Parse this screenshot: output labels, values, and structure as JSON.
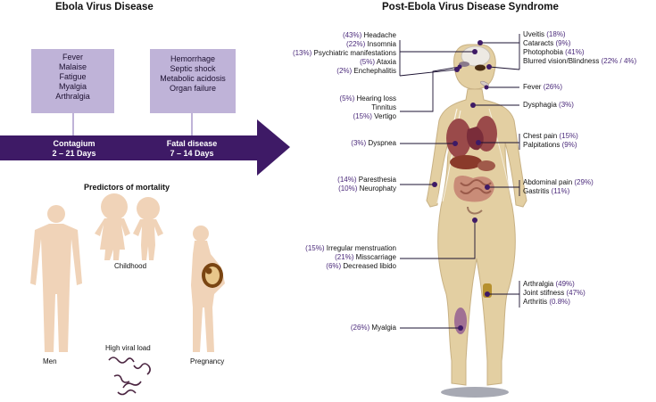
{
  "left_panel": {
    "title": "Ebola Virus Disease",
    "box_early": [
      "Fever",
      "Malaise",
      "Fatigue",
      "Myalgia",
      "Arthralgia"
    ],
    "box_late": [
      "Hemorrhage",
      "Septic shock",
      "Metabolic acidosis",
      "Organ failure"
    ],
    "stage_contagium": {
      "label": "Contagium",
      "days": "2 – 21 Days"
    },
    "stage_fatal": {
      "label": "Fatal disease",
      "days": "7 – 14 Days"
    },
    "predictors_title": "Predictors of mortality",
    "predictors": {
      "men": "Men",
      "childhood": "Childhood",
      "viral_load": "High viral load",
      "pregnancy": "Pregnancy"
    }
  },
  "right_panel": {
    "title": "Post-Ebola Virus Disease Syndrome",
    "groups": [
      {
        "name": "neuro",
        "items": [
          {
            "pct": "(43%)",
            "label": "Headache"
          },
          {
            "pct": "(22%)",
            "label": "Insomnia"
          },
          {
            "pct": "(13%)",
            "label": "Psychiatric manifestations"
          },
          {
            "pct": "(5%)",
            "label": "Ataxia"
          },
          {
            "pct": "(2%)",
            "label": "Enchephalitis"
          }
        ]
      },
      {
        "name": "hearing",
        "items": [
          {
            "pct": "(5%)",
            "label": "Hearing loss"
          },
          {
            "pct": "",
            "label": "Tinnitus"
          },
          {
            "pct": "(15%)",
            "label": "Vertigo"
          }
        ]
      },
      {
        "name": "dyspnea",
        "items": [
          {
            "pct": "(3%)",
            "label": "Dyspnea"
          }
        ]
      },
      {
        "name": "neuropathy",
        "items": [
          {
            "pct": "(14%)",
            "label": "Paresthesia"
          },
          {
            "pct": "(10%)",
            "label": "Neurophaty"
          }
        ]
      },
      {
        "name": "reproductive",
        "items": [
          {
            "pct": "(15%)",
            "label": "Irregular menstruation"
          },
          {
            "pct": "(21%)",
            "label": "Misscarriage"
          },
          {
            "pct": "(6%)",
            "label": "Decreased libido"
          }
        ]
      },
      {
        "name": "myalgia",
        "items": [
          {
            "pct": "(26%)",
            "label": "Myalgia"
          }
        ]
      },
      {
        "name": "eye",
        "items": [
          {
            "label": "Uveitis",
            "pct": "(18%)"
          },
          {
            "label": "Cataracts",
            "pct": "(9%)"
          },
          {
            "label": "Photophobia",
            "pct": "(41%)"
          },
          {
            "label": "Blurred vision/Blindness",
            "pct": "(22% / 4%)"
          }
        ]
      },
      {
        "name": "fever",
        "items": [
          {
            "label": "Fever",
            "pct": "(26%)"
          }
        ]
      },
      {
        "name": "dysphagia",
        "items": [
          {
            "label": "Dysphagia",
            "pct": "(3%)"
          }
        ]
      },
      {
        "name": "cardiac",
        "items": [
          {
            "label": "Chest pain",
            "pct": "(15%)"
          },
          {
            "label": "Palpitations",
            "pct": "(9%)"
          }
        ]
      },
      {
        "name": "gastro",
        "items": [
          {
            "label": "Abdominal pain",
            "pct": "(29%)"
          },
          {
            "label": "Gastritis",
            "pct": "(11%)"
          }
        ]
      },
      {
        "name": "joint",
        "items": [
          {
            "label": "Arthralgia",
            "pct": "(49%)"
          },
          {
            "label": "Joint stifness",
            "pct": "(47%)"
          },
          {
            "label": "Arthritis",
            "pct": "(0.8%)"
          }
        ]
      }
    ]
  },
  "colors": {
    "arrow": "#3e1a66",
    "box": "#bfb3d8",
    "silhouette": "#f0d3b8",
    "body": "#e3cfa2",
    "body_outline": "#c8b184",
    "accent": "#4b2a7b",
    "dot": "#3e1a66"
  }
}
